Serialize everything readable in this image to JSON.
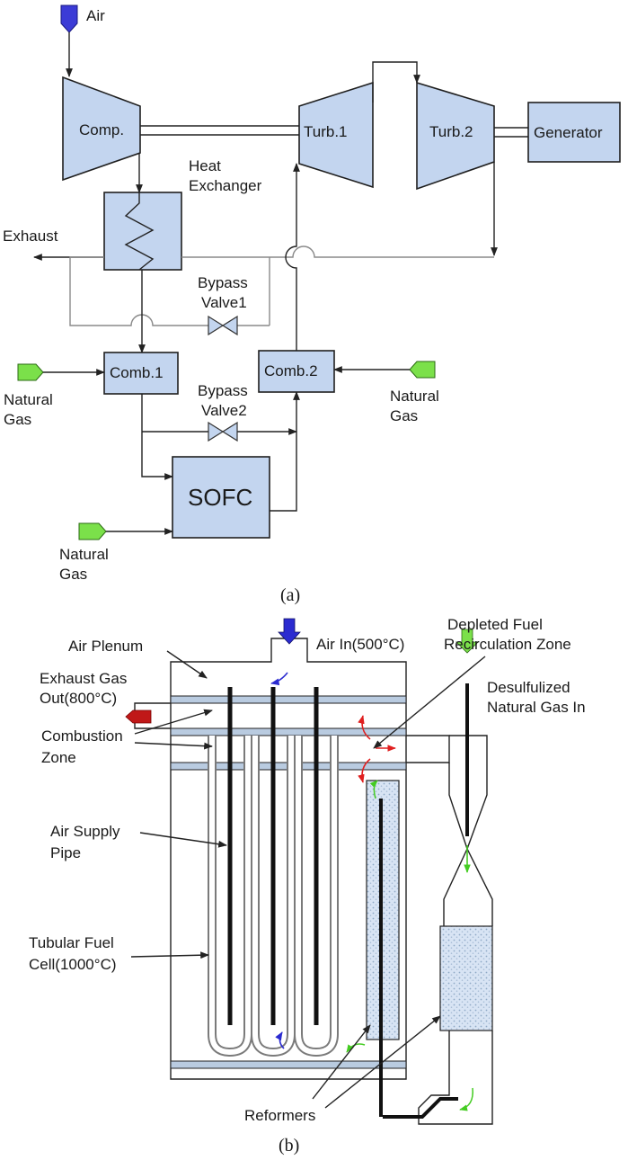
{
  "diagram_a": {
    "air": "Air",
    "comp": "Comp.",
    "turb1": "Turb.1",
    "turb2": "Turb.2",
    "generator": "Generator",
    "exhaust": "Exhaust",
    "heat_exchanger": [
      "Heat",
      "Exchanger"
    ],
    "bypass_valve1": [
      "Bypass",
      "Valve1"
    ],
    "comb1": "Comb.1",
    "comb2": "Comb.2",
    "bypass_valve2": [
      "Bypass",
      "Valve2"
    ],
    "natural_gas_left": [
      "Natural",
      "Gas"
    ],
    "natural_gas_right": [
      "Natural",
      "Gas"
    ],
    "sofc": "SOFC",
    "natural_gas_bottom": [
      "Natural",
      "Gas"
    ],
    "caption": "(a)"
  },
  "diagram_b": {
    "air_plenum": "Air Plenum",
    "air_in": "Air In(500°C)",
    "depleted_fuel": [
      "Depleted Fuel",
      "Recirculation Zone"
    ],
    "exhaust_gas": [
      "Exhaust Gas",
      "Out(800°C)"
    ],
    "desulfurized": [
      "Desulfulized",
      "Natural Gas In"
    ],
    "combustion_zone": [
      "Combustion",
      "Zone"
    ],
    "air_supply_pipe": [
      "Air Supply",
      "Pipe"
    ],
    "tubular_fuel_cell": [
      "Tubular Fuel",
      "Cell(1000°C)"
    ],
    "reformers": "Reformers",
    "caption": "(b)"
  },
  "colors": {
    "box_fill": "#c3d5ef",
    "air_arrow": "#3b3bd6",
    "gas_arrow": "#7be04a",
    "exhaust_arrow": "#c01818",
    "hot_flow": "#e02020",
    "cool_flow": "#2b2bd0",
    "fuel_flow": "#44cc22"
  }
}
